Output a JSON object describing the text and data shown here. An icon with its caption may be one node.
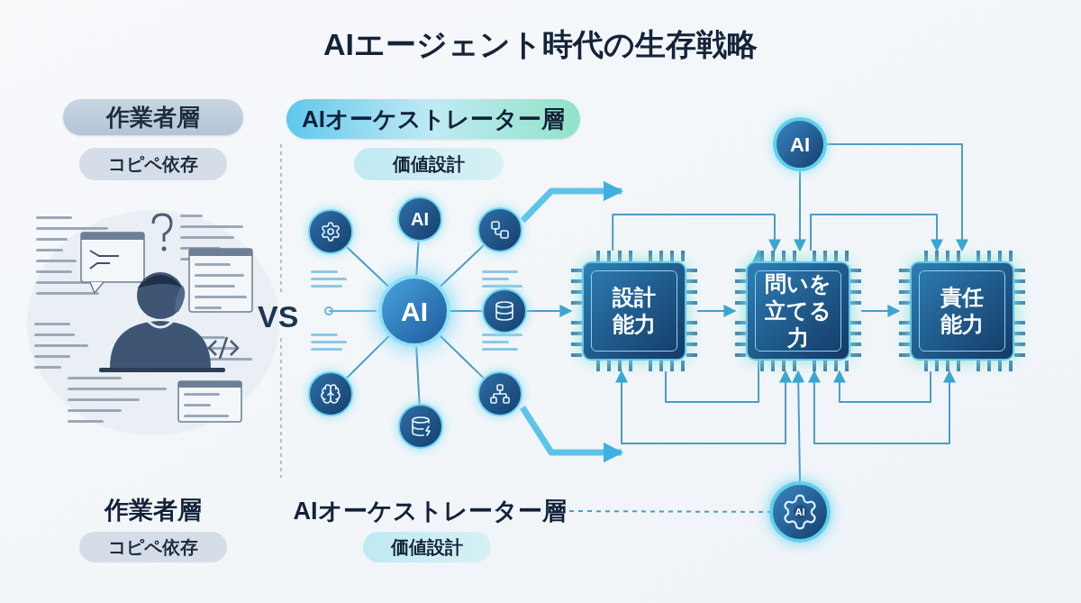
{
  "diagram": {
    "title": "AIエージェント時代の生存戦略",
    "nodes": [
      {
        "text": [
          "作業者層"
        ]
      },
      {
        "text": [
          "コピペ依存"
        ]
      },
      {
        "text": [
          "AIオーケストレーター層"
        ]
      },
      {
        "text": [
          "価値設計"
        ]
      },
      {
        "text": [
          "AI"
        ]
      },
      {
        "text": [
          "AI"
        ]
      },
      {
        "text": [],
        "shape": "circle"
      },
      {
        "text": [],
        "shape": "circle"
      },
      {
        "text": [],
        "shape": "circle"
      },
      {
        "text": [],
        "shape": "circle"
      },
      {
        "text": [],
        "shape": "circle"
      },
      {
        "text": [],
        "shape": "circle"
      },
      {
        "text": [
          "設計能力"
        ]
      },
      {
        "text": [
          "問いを立てる力"
        ]
      },
      {
        "text": [
          "責任能力"
        ]
      },
      {
        "text": [
          "AI"
        ]
      },
      {
        "text": [
          "AI"
        ]
      },
      {
        "text": [
          "作業者層"
        ]
      },
      {
        "text": [
          "コピペ依存"
        ]
      },
      {
        "text": [
          "AIオーケストレーター層"
        ]
      },
      {
        "text": [
          "価値設計"
        ]
      }
    ],
    "edges": [
      {
        "from": 4,
        "to": 5,
        "arrow": "none"
      },
      {
        "from": 4,
        "to": 6,
        "arrow": "none"
      },
      {
        "from": 4,
        "to": 7,
        "arrow": "none"
      },
      {
        "from": 4,
        "to": 8,
        "arrow": "none"
      },
      {
        "from": 4,
        "to": 9,
        "arrow": "none"
      },
      {
        "from": 4,
        "to": 10,
        "arrow": "none"
      },
      {
        "from": 4,
        "to": 11,
        "arrow": "none"
      },
      {
        "from": 7,
        "to": null,
        "arrow": "to",
        "style": "thick"
      },
      {
        "from": 8,
        "to": 12,
        "arrow": "to"
      },
      {
        "from": 9,
        "to": null,
        "arrow": "to",
        "style": "thick"
      },
      {
        "from": 12,
        "to": 13,
        "arrow": "to"
      },
      {
        "from": 13,
        "to": 14,
        "arrow": "to"
      },
      {
        "from": 15,
        "to": 13,
        "arrow": "to"
      },
      {
        "from": 15,
        "to": 14,
        "arrow": "to"
      },
      {
        "from": 12,
        "to": 13,
        "arrow": "to"
      },
      {
        "from": 13,
        "to": 14,
        "arrow": "to"
      },
      {
        "from": 12,
        "to": 13,
        "arrow": "to"
      },
      {
        "from": 14,
        "to": 13,
        "arrow": "to"
      },
      {
        "from": 12,
        "to": 13,
        "arrow": "both"
      },
      {
        "from": 14,
        "to": 13,
        "arrow": "both"
      },
      {
        "from": 16,
        "to": 13,
        "arrow": "to"
      },
      {
        "from": 19,
        "to": 16,
        "arrow": "none",
        "style": "dashed"
      }
    ],
    "labels": [
      "VS"
    ]
  }
}
